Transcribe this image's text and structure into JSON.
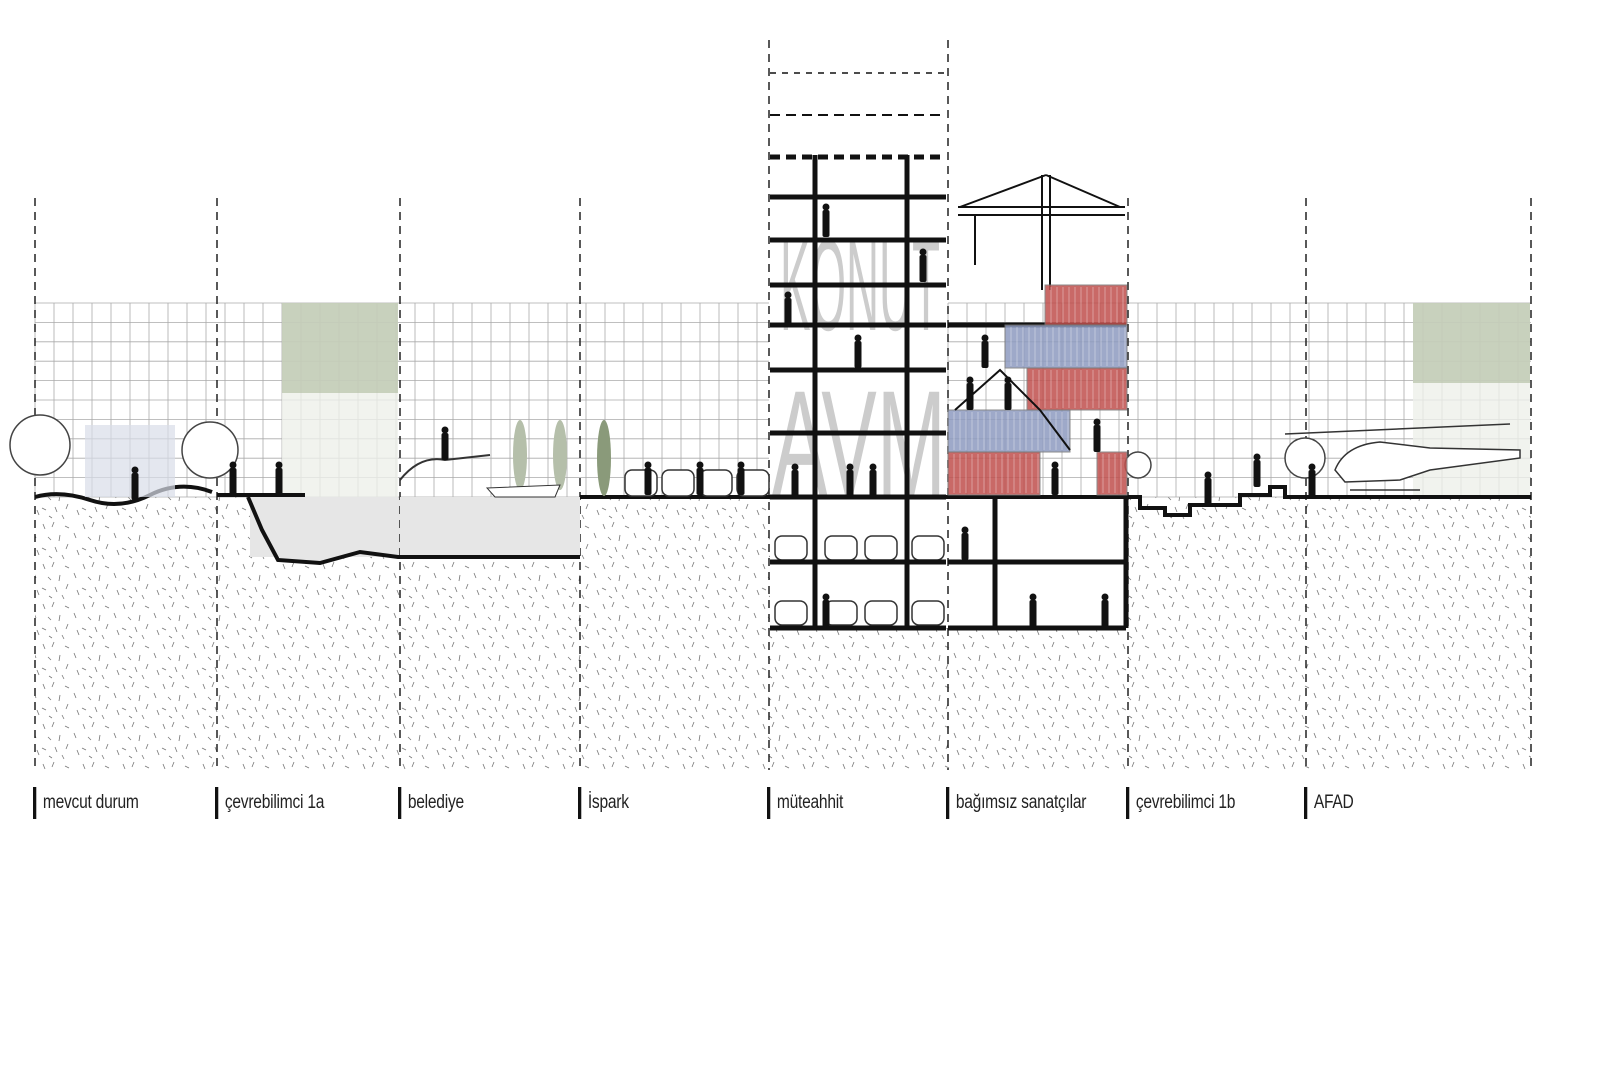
{
  "columns": [
    {
      "label": "mevcut durum"
    },
    {
      "label": "çevrebilimci 1a"
    },
    {
      "label": "belediye"
    },
    {
      "label": "İspark"
    },
    {
      "label": "müteahhit"
    },
    {
      "label": "bağımsız sanatçılar"
    },
    {
      "label": "çevrebilimci 1b"
    },
    {
      "label": "AFAD"
    }
  ],
  "tower": {
    "upper_text": "KONUT",
    "lower_text": "AVM"
  },
  "colors": {
    "container_red": "#c0504d",
    "container_blue": "#8e9bc0",
    "grid": "#9a9a9a",
    "ground": "#111111",
    "water": "#e6e6e6",
    "foliage": "#9aa88a"
  }
}
